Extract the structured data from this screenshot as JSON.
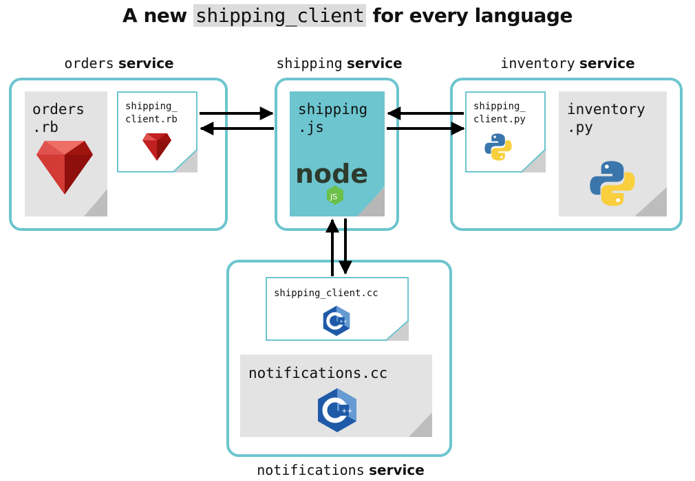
{
  "title": {
    "before": "A new ",
    "code": "shipping_client",
    "after": " for every language"
  },
  "services": {
    "orders": {
      "name": "orders",
      "suffix": "service"
    },
    "shipping": {
      "name": "shipping",
      "suffix": "service"
    },
    "inventory": {
      "name": "inventory",
      "suffix": "service"
    },
    "notifications": {
      "name": "notifications",
      "suffix": "service"
    }
  },
  "files": {
    "orders_main": "orders\n.rb",
    "orders_client": "shipping_\nclient.rb",
    "shipping_main": "shipping\n.js",
    "inventory_client": "shipping_\nclient.py",
    "inventory_main": "inventory\n.py",
    "notif_client": "shipping_client.cc",
    "notif_main": "notifications.cc"
  },
  "icons": {
    "ruby": "ruby-icon",
    "python": "python-icon",
    "node": "node",
    "cpp": "cpp-icon"
  },
  "colors": {
    "accent": "#6cc5cf",
    "shipping_doc": "#6cc5cf",
    "gray_doc": "#e3e3e3",
    "ruby": "#c0201f",
    "python_blue": "#3a76ab",
    "python_yellow": "#f9cf3d",
    "cpp": "#1f5aa8"
  }
}
